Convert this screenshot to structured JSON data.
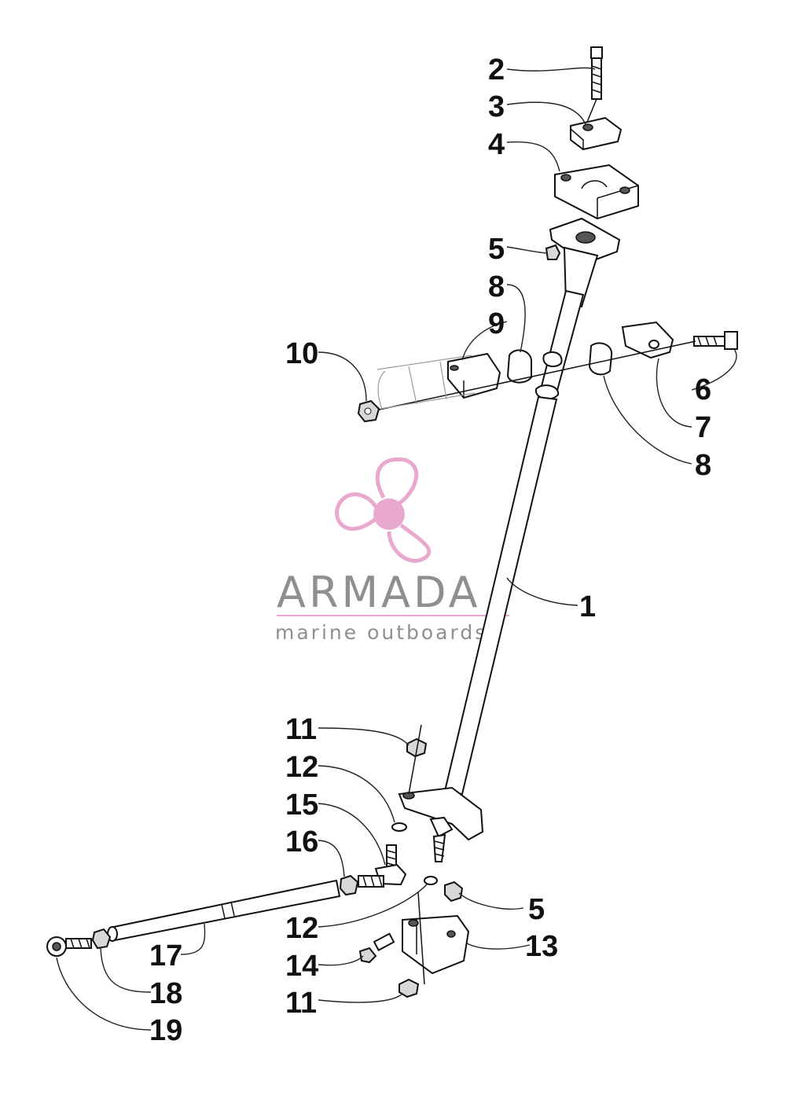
{
  "watermark": {
    "brand": "ARMADA",
    "tagline": "marine outboards",
    "logo_color": "#e9a9cf",
    "text_color": "#8f8f8f"
  },
  "callouts": [
    "1",
    "2",
    "3",
    "4",
    "5",
    "8",
    "9",
    "10",
    "6",
    "7",
    "8",
    "11",
    "12",
    "15",
    "16",
    "5",
    "12",
    "13",
    "14",
    "11",
    "17",
    "18",
    "19"
  ]
}
